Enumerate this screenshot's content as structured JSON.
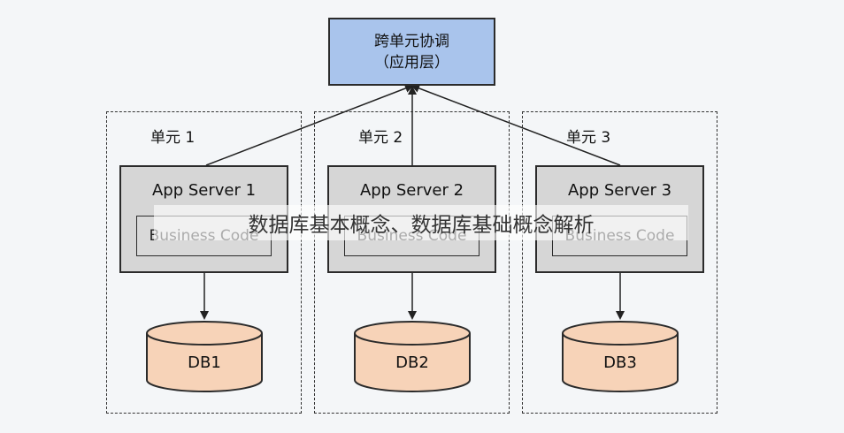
{
  "coordination": {
    "line1": "跨单元协调",
    "line2": "（应用层）"
  },
  "units": [
    {
      "label": "单元 1",
      "server": "App Server 1",
      "code": "Business Code",
      "db": "DB1"
    },
    {
      "label": "单元 2",
      "server": "App Server 2",
      "code": "Business Code",
      "db": "DB2"
    },
    {
      "label": "单元 3",
      "server": "App Server 3",
      "code": "Business Code",
      "db": "DB3"
    }
  ],
  "watermark": "数据库基本概念、数据库基础概念解析",
  "colors": {
    "coordination_fill": "#a9c4ec",
    "server_fill": "#d6d6d6",
    "db_fill": "#f7d3b8",
    "background": "#f4f6f8"
  }
}
